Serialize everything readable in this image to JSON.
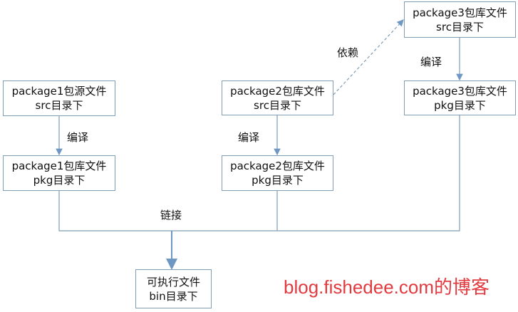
{
  "nodes": {
    "p1_src": {
      "line1": "package1包源文件",
      "line2": "src目录下"
    },
    "p1_pkg": {
      "line1": "package1包库文件",
      "line2": "pkg目录下"
    },
    "p2_src": {
      "line1": "package2包库文件",
      "line2": "src目录下"
    },
    "p2_pkg": {
      "line1": "package2包库文件",
      "line2": "pkg目录下"
    },
    "p3_src": {
      "line1": "package3包库文件",
      "line2": "src目录下"
    },
    "p3_pkg": {
      "line1": "package3包库文件",
      "line2": "pkg目录下"
    },
    "bin": {
      "line1": "可执行文件",
      "line2": "bin目录下"
    }
  },
  "edges": {
    "compile1": "编译",
    "compile2": "编译",
    "compile3": "编译",
    "depend": "依赖",
    "link": "链接"
  },
  "watermark": "blog.fishedee.com的博客",
  "colors": {
    "border": "#7f9db5",
    "line": "#6f97c4",
    "watermark": "#e23a3f"
  }
}
